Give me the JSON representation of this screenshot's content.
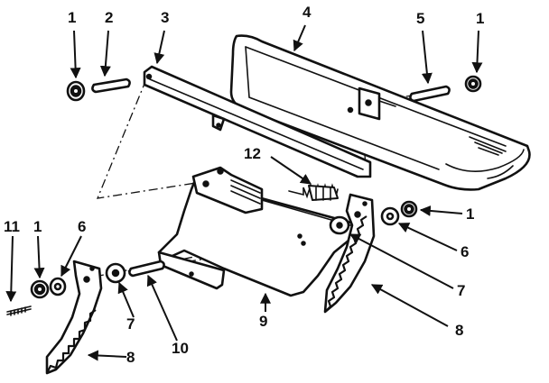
{
  "diagram": {
    "callouts": [
      {
        "id": "c1a",
        "text": "1"
      },
      {
        "id": "c2",
        "text": "2"
      },
      {
        "id": "c3",
        "text": "3"
      },
      {
        "id": "c4",
        "text": "4"
      },
      {
        "id": "c5",
        "text": "5"
      },
      {
        "id": "c1b",
        "text": "1"
      },
      {
        "id": "c12",
        "text": "12"
      },
      {
        "id": "c1c",
        "text": "1"
      },
      {
        "id": "c6a",
        "text": "6"
      },
      {
        "id": "c7a",
        "text": "7"
      },
      {
        "id": "c8a",
        "text": "8"
      },
      {
        "id": "c11",
        "text": "11"
      },
      {
        "id": "c1d",
        "text": "1"
      },
      {
        "id": "c6b",
        "text": "6"
      },
      {
        "id": "c7b",
        "text": "7"
      },
      {
        "id": "c10",
        "text": "10"
      },
      {
        "id": "c9",
        "text": "9"
      },
      {
        "id": "c8b",
        "text": "8"
      }
    ]
  }
}
